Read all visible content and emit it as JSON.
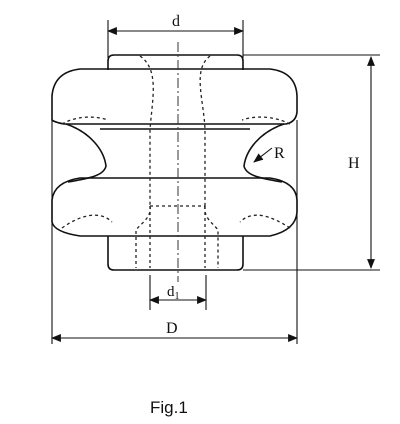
{
  "labels": {
    "d": "d",
    "d1_base": "d",
    "d1_sub": "1",
    "D": "D",
    "H": "H",
    "R": "R"
  },
  "caption": "Fig.1"
}
